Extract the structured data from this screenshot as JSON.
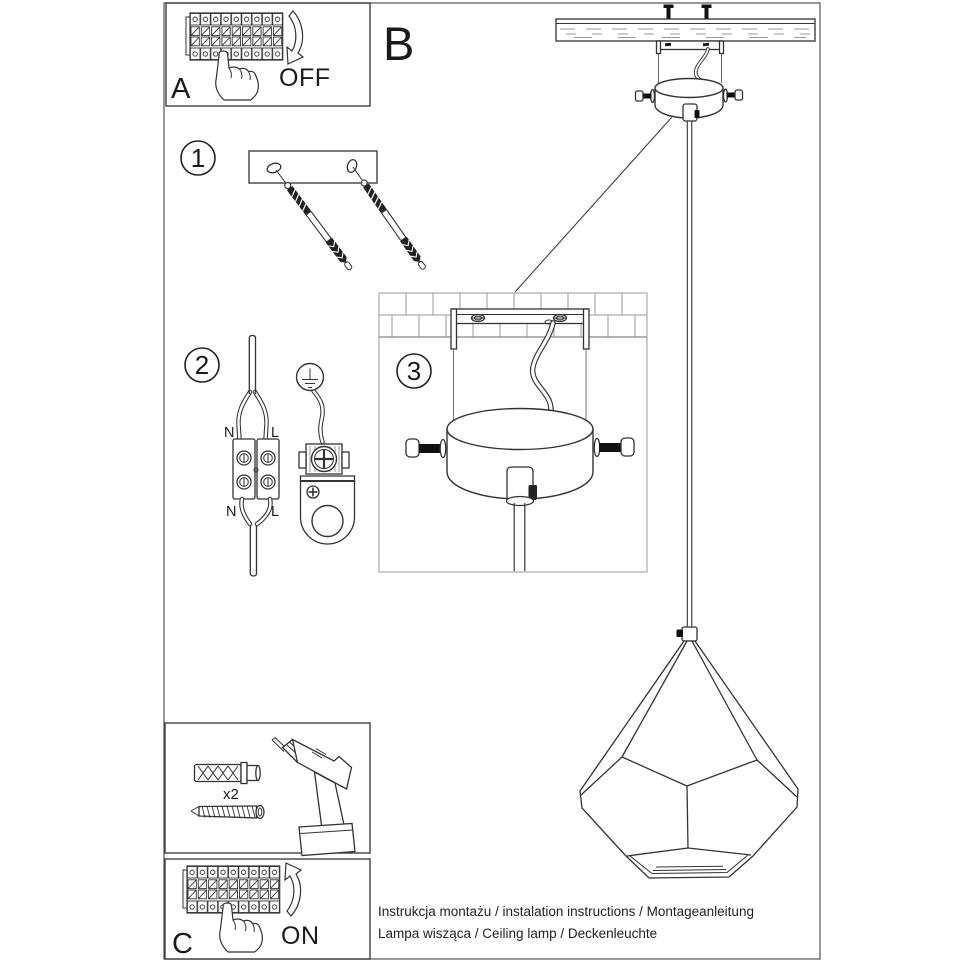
{
  "page": {
    "captions": {
      "line1": "Instrukcja montażu / instalation instructions / Montageanleitung",
      "line2": "Lampa wisząca / Ceiling lamp  / Deckenleuchte"
    },
    "sections": {
      "a": {
        "label": "A",
        "action": "OFF"
      },
      "b": {
        "label": "B"
      },
      "c": {
        "label": "C",
        "action": "ON"
      }
    },
    "steps": {
      "s1": "1",
      "s2": "2",
      "s3": "3"
    },
    "wiring_labels": {
      "n_top": "N",
      "l_top": "L",
      "n_bottom": "N",
      "l_bottom": "L"
    },
    "hardware": {
      "anchor_qty": "x2"
    },
    "colors": {
      "line": "#333333",
      "light_line": "#999999",
      "text": "#1a1a1a",
      "background": "#ffffff"
    }
  }
}
